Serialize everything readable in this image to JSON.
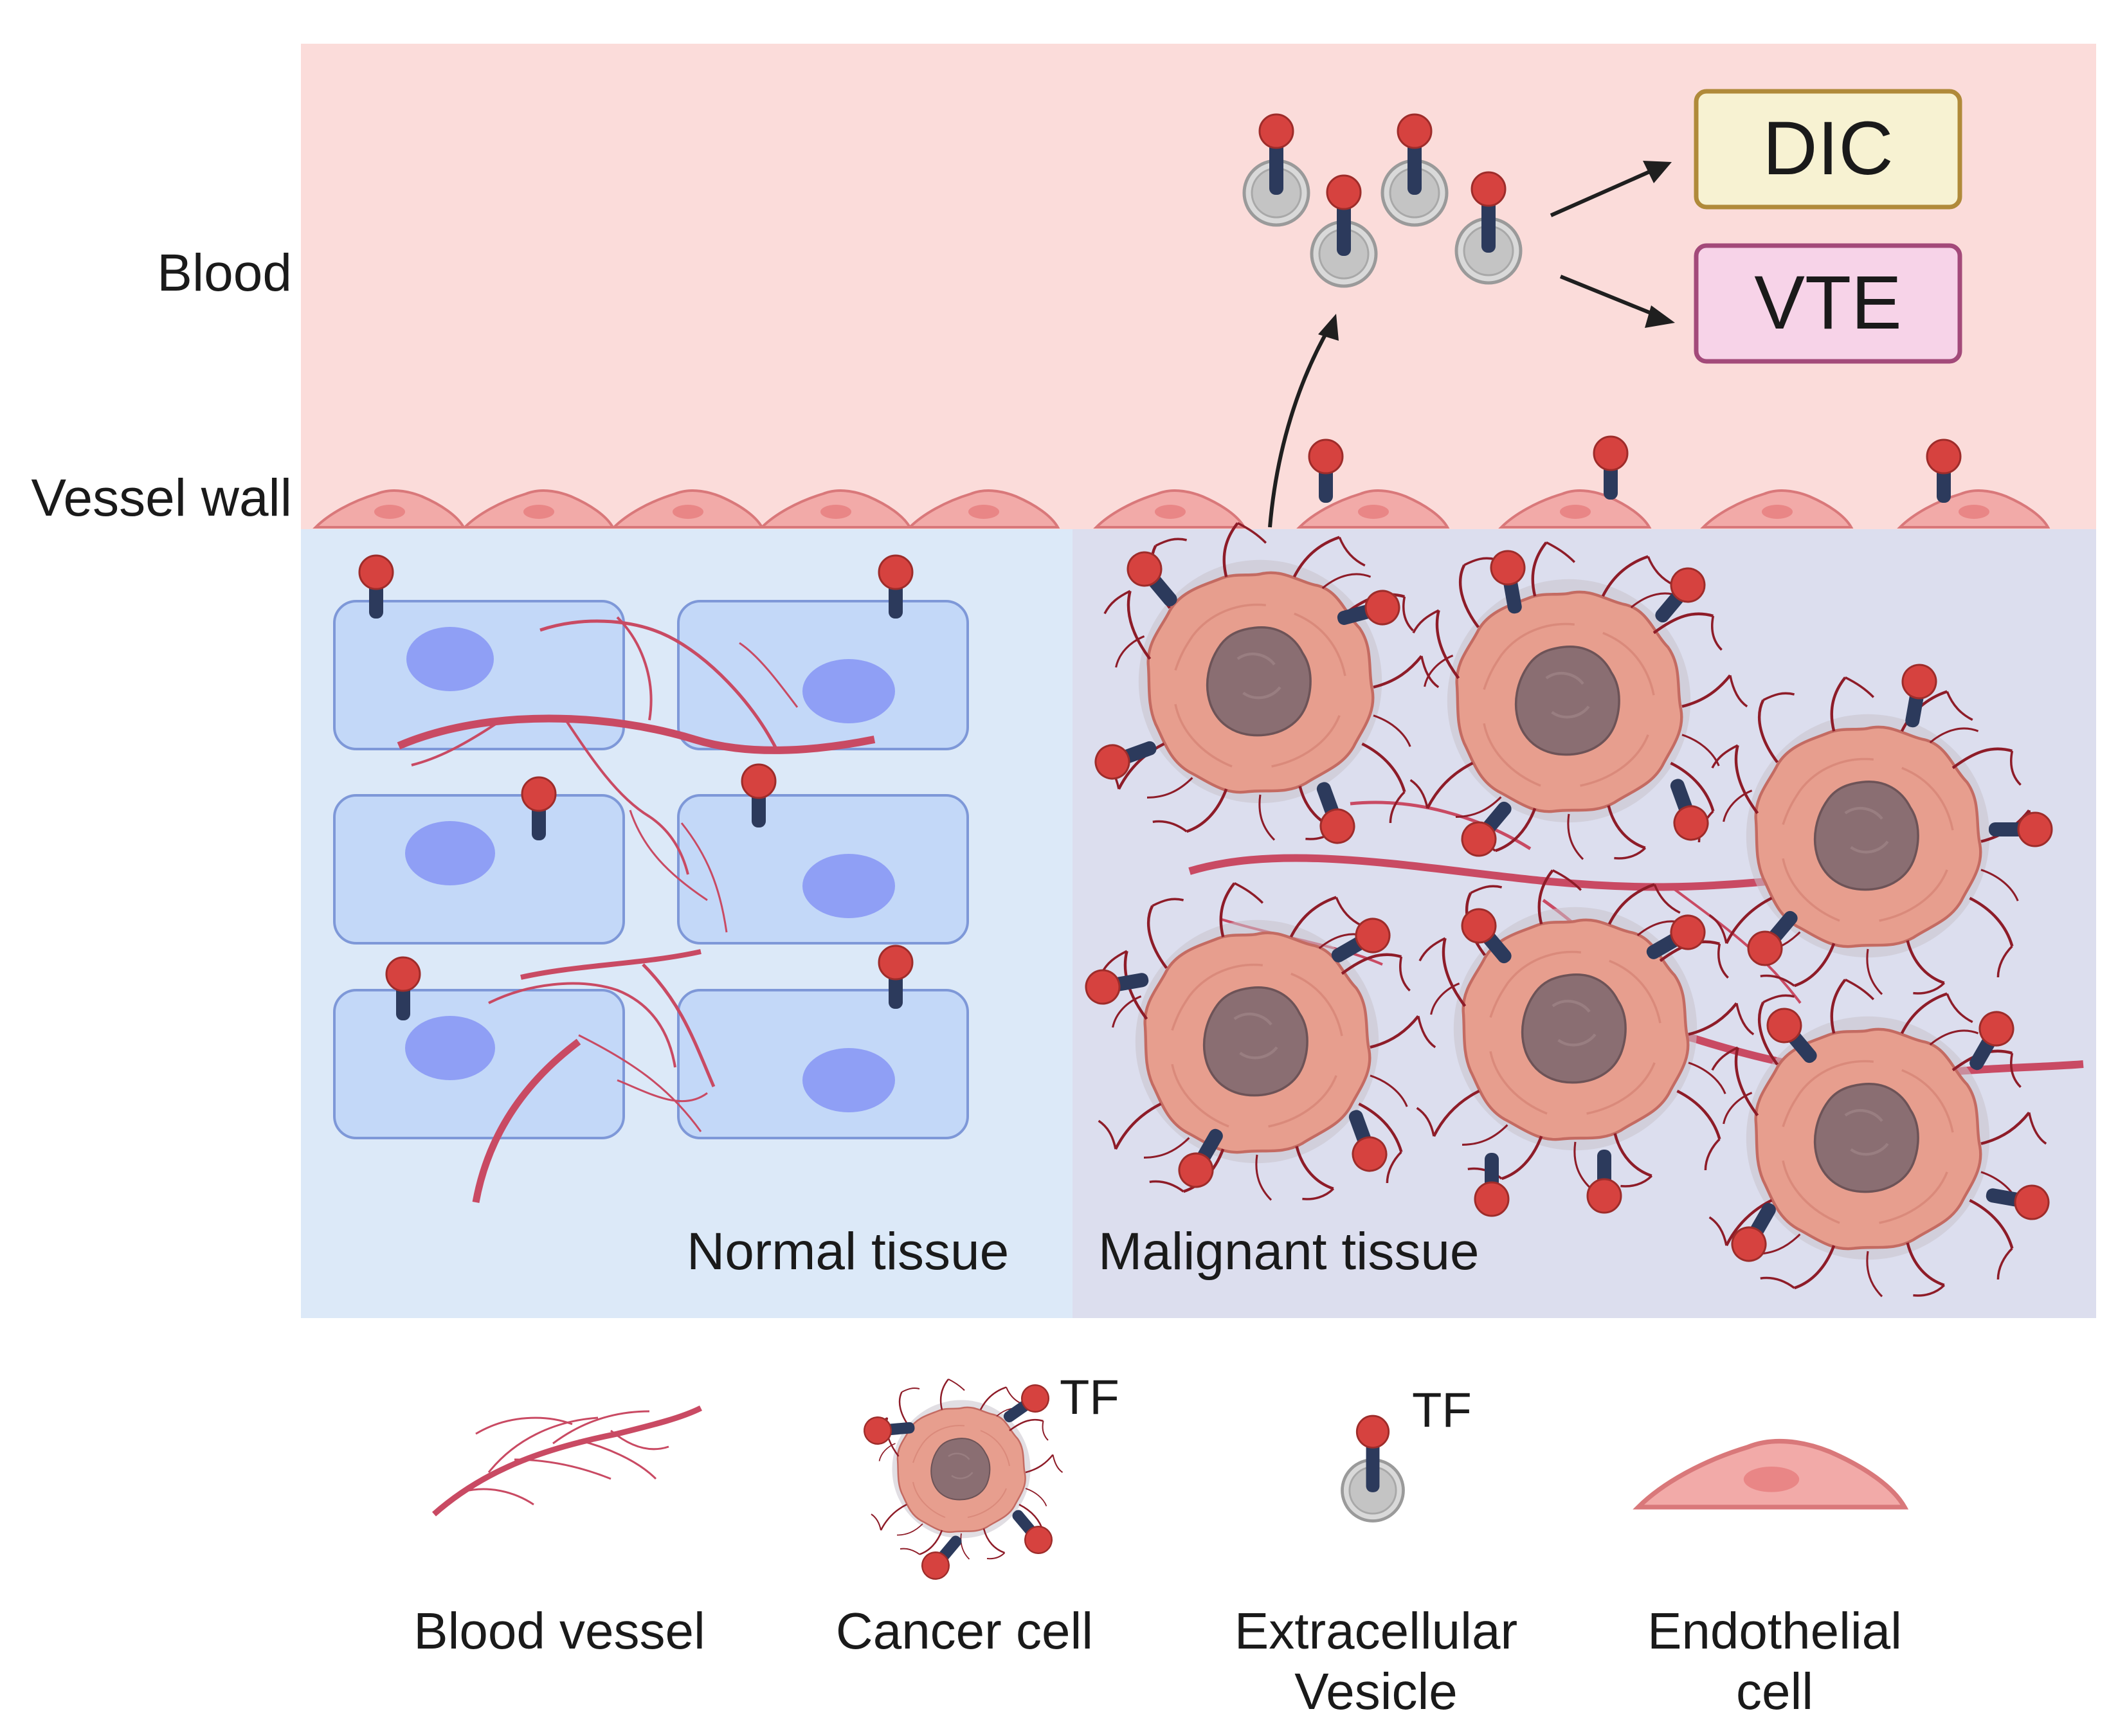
{
  "regions": {
    "blood_label": "Blood",
    "vessel_wall_label": "Vessel wall",
    "normal_tissue_label": "Normal tissue",
    "malignant_tissue_label": "Malignant tissue"
  },
  "outcomes": {
    "dic": "DIC",
    "vte": "VTE"
  },
  "legend": {
    "blood_vessel": "Blood vessel",
    "cancer_cell": "Cancer cell",
    "extracellular_vesicle_line1": "Extracellular",
    "extracellular_vesicle_line2": "Vesicle",
    "endothelial_cell_line1": "Endothelial",
    "endothelial_cell_line2": "cell",
    "tf_label_cancer": "TF",
    "tf_label_vesicle": "TF"
  },
  "colors": {
    "blood_bg": "#fbdcda",
    "normal_bg": "#dce9f8",
    "malignant_bg": "#dcdeee",
    "endothelial_fill": "#f2aaa8",
    "normal_cell_fill": "#c3d8f8",
    "normal_nucleus": "#8f9ff5",
    "cancer_fill": "#e79e8e",
    "cancer_nucleus": "#8a6e72",
    "vessel_red": "#c94a63",
    "tf_head": "#d6423f",
    "tf_stalk": "#2c3a5c",
    "dic_fill": "#f7f2d2",
    "dic_border": "#b08a3a",
    "vte_fill": "#f7d3e8",
    "vte_border": "#a34a7a"
  },
  "icons": {
    "tf_receptor": "tf-receptor-icon",
    "vesicle": "extracellular-vesicle-icon",
    "cancer_cell": "cancer-cell-icon",
    "endothelial_cell": "endothelial-cell-icon",
    "blood_vessel": "blood-vessel-icon"
  }
}
